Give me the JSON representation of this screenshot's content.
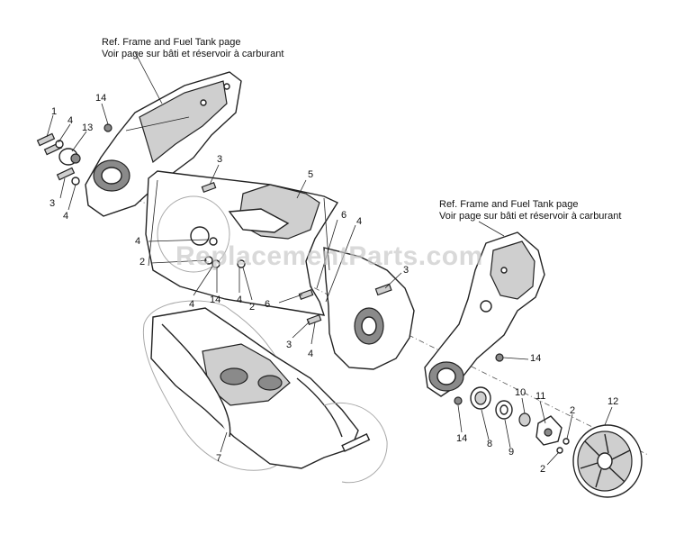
{
  "references": {
    "left": {
      "line1": "Ref. Frame and Fuel Tank page",
      "line2": "Voir page sur bâti et réservoir à carburant"
    },
    "right": {
      "line1": "Ref. Frame and Fuel Tank page",
      "line2": "Voir page sur bâti et réservoir à carburant"
    }
  },
  "watermark": "ReplacementParts.com",
  "callouts": [
    "1",
    "4",
    "13",
    "14",
    "3",
    "4",
    "3",
    "5",
    "6",
    "4",
    "4",
    "2",
    "14",
    "4",
    "2",
    "4",
    "6",
    "3",
    "4",
    "3",
    "14",
    "10",
    "11",
    "12",
    "2",
    "8",
    "9",
    "2",
    "14",
    "7"
  ]
}
